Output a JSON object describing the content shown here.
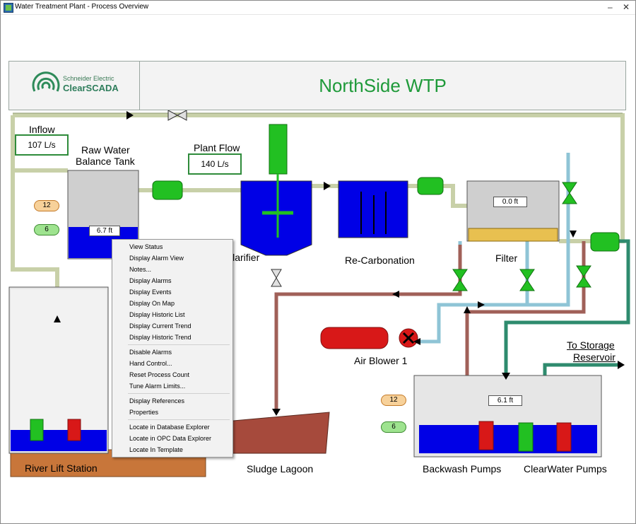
{
  "window": {
    "title": "Water Treatment Plant - Process Overview",
    "minimize_icon": "minimize-icon",
    "close_icon": "close-icon"
  },
  "header": {
    "logo_line1": "Schneider Electric",
    "logo_line2": "ClearSCADA",
    "plant_name": "NorthSide WTP"
  },
  "labels": {
    "inflow": "Inflow",
    "inflow_value": "107 L/s",
    "raw_water_tank_line1": "Raw Water",
    "raw_water_tank_line2": "Balance Tank",
    "raw_tank_level": "6.7 ft",
    "plant_flow": "Plant Flow",
    "plant_flow_value": "140 L/s",
    "clarifier": "Clarifier",
    "recarbonation": "Re-Carbonation",
    "filter": "Filter",
    "filter_level": "0.0 ft",
    "air_blower": "Air Blower 1",
    "to_storage_line1": "To Storage",
    "to_storage_line2": "Reservoir",
    "storage_level": "6.1 ft",
    "river_lift_station": "River Lift Station",
    "sludge_lagoon": "Sludge Lagoon",
    "backwash_pumps": "Backwash Pumps",
    "clearwater_pumps": "ClearWater Pumps"
  },
  "badges": {
    "raw_orange": "12",
    "raw_green": "6",
    "storage_orange": "12",
    "storage_green": "6"
  },
  "context_menu": {
    "group1": [
      "View Status",
      "Display Alarm View",
      "Notes...",
      "Display Alarms",
      "Display Events",
      "Display On Map",
      "Display Historic List",
      "Display Current Trend",
      "Display Historic Trend"
    ],
    "group2": [
      "Disable Alarms",
      "Hand Control...",
      "Reset Process Count",
      "Tune Alarm Limits..."
    ],
    "group3": [
      "Display References",
      "Properties"
    ],
    "group4": [
      "Locate in Database Explorer",
      "Locate in OPC Data Explorer",
      "Locate In Template"
    ]
  },
  "colors": {
    "water": "#0000e6",
    "tank_gray": "#cfcfcf",
    "brand_green": "#1f9a3a",
    "pipe_khaki": "#c8d0a8",
    "pipe_light_blue": "#8fc4d6",
    "pipe_brown": "#a06058",
    "pipe_teal": "#2e8b6e",
    "ground_brown": "#c8763a",
    "pump_red": "#d81818",
    "pump_green": "#22c022"
  }
}
